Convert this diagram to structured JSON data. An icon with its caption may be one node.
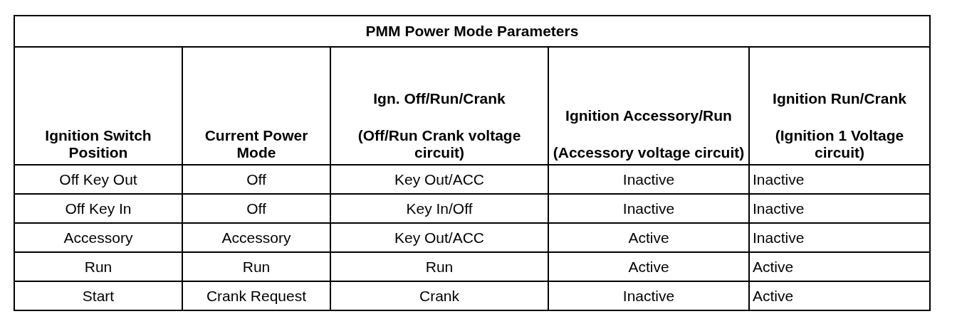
{
  "diagram": {
    "title": "PMM Power Mode Parameters",
    "labels": [
      "Ignition Switch Position",
      "Current Power Mode",
      "Ign. Off/Run/Crank",
      "(Off/Run Crank voltage circuit)",
      "Ignition Accessory/Run",
      "(Accessory voltage circuit)",
      "Ignition Run/Crank",
      "(Ignition 1 Voltage circuit)",
      "Off Key Out",
      "Off",
      "Key Out/ACC",
      "Inactive",
      "Inactive",
      "Off Key In",
      "Off",
      "Key In/Off",
      "Inactive",
      "Inactive",
      "Accessory",
      "Accessory",
      "Key Out/ACC",
      "Active",
      "Inactive",
      "Run",
      "Run",
      "Run",
      "Active",
      "Active",
      "Start",
      "Crank Request",
      "Crank",
      "Inactive",
      "Active"
    ]
  }
}
